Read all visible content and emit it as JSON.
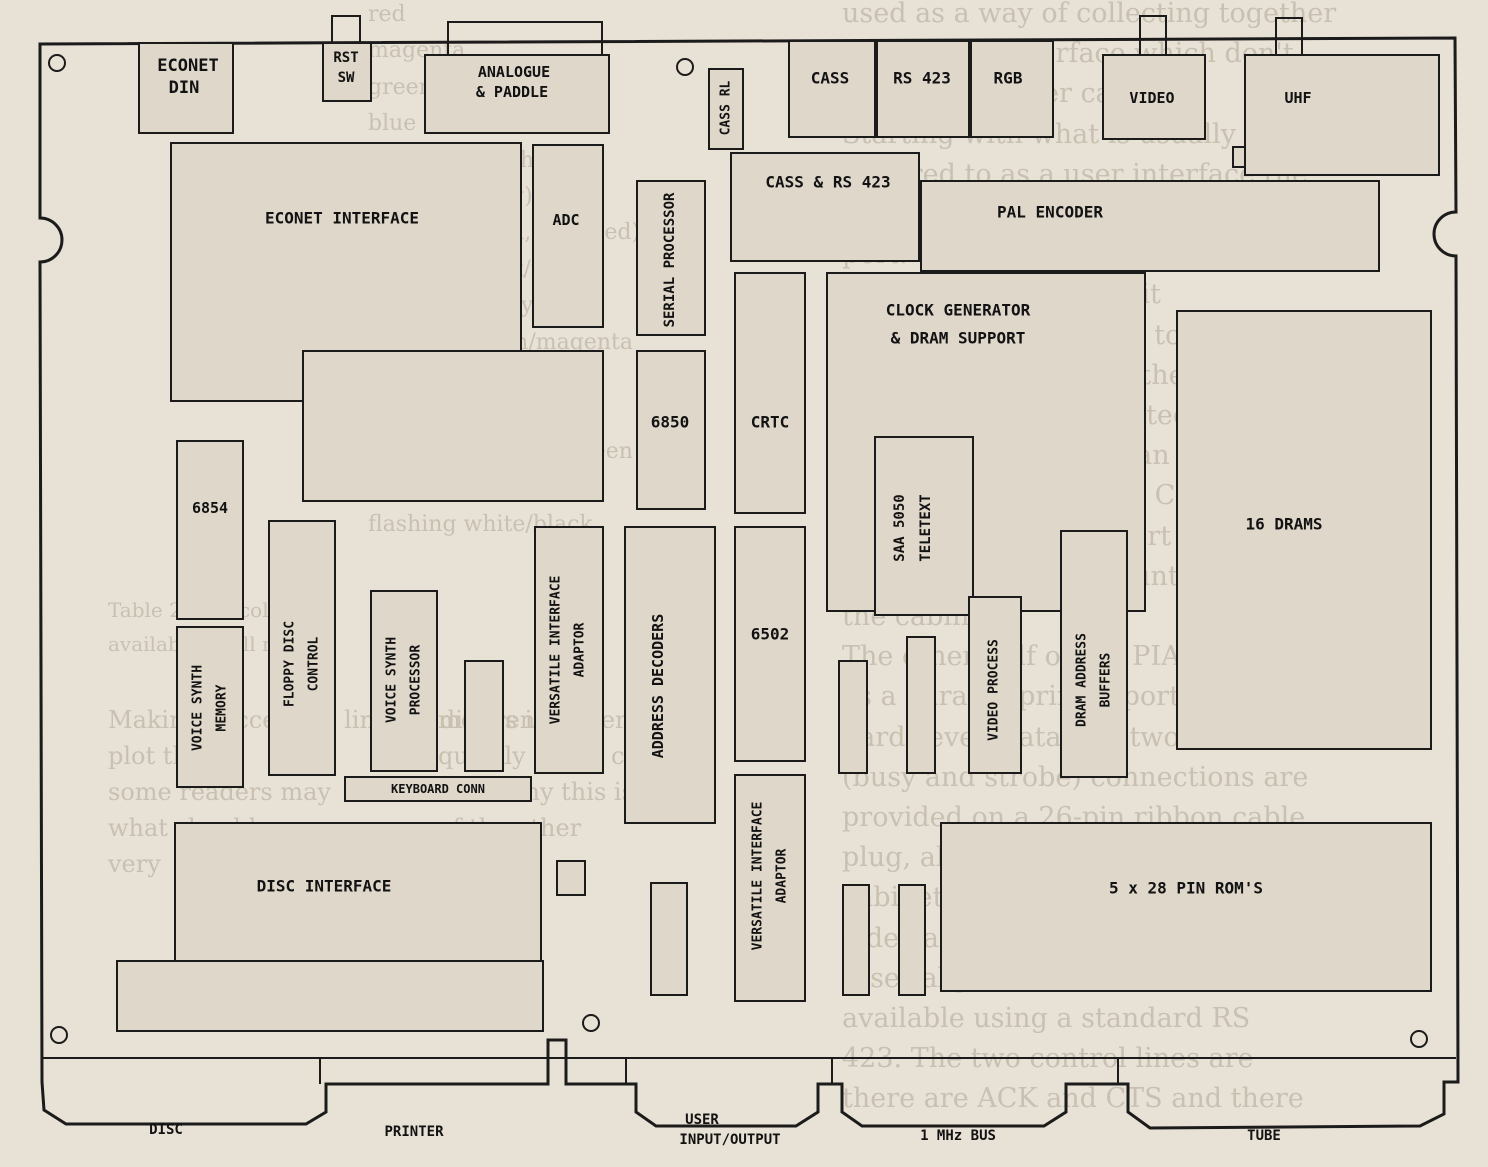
{
  "bleed_text": [
    "red",
    "magenta",
    "green",
    "blue",
    "magenta (flashing)",
    "cyan (flashing)",
    "white (normal, inverted)",
    "flashing black/white",
    "flashing red/cyan",
    "flashing green/magenta",
    "flashing yellow/blue",
    "flashing blue/yellow",
    "flashing magenta/green",
    "flashing cyan/red",
    "flashing white/black",
    "Table 2. The colours",
    "available in all modes.",
    "Making successive lines in different",
    "modes is easier — but",
    "plot the",
    "quickly in the colour",
    "some readers may",
    "as to why this is",
    "what should",
    "of the other",
    "very",
    "used as a way of collecting together",
    "the lines of interface which don't",
    "fit into any other category.",
    "Starting with what is usually",
    "referred to as a user interface the",
    "BBC micro has an eight bit parallel",
    "port. This is based on using one side",
    "of a 6522 PIA chip so it",
    "should be very similar to anyone",
    "with a PET. Not all of the lines are",
    "available for unrestricted use for ex-",
    "ample, the CB1 line can also be used",
    "with a light pen input. Connection",
    "is made to the user port by a 20 pin",
    "ribbon cable plug mounted under",
    "the cabinet.",
    "The other half of the PIA is used",
    "as a parallel printer port. The stan-",
    "dard seven data and two handshake",
    "(busy and strobe) connections are",
    "provided on a 26-pin ribbon cable",
    "plug, also mounted under the",
    "cabinet. Presumably Acorn will pro-",
    "vide cables for most printers.",
    "A serial printer interface is also",
    "available using a standard RS",
    "423. The two control lines are",
    "there are ACK and CTS and there"
  ],
  "diagram": {
    "components": {
      "econet_din": [
        "ECONET",
        "DIN"
      ],
      "rst_sw": [
        "RST",
        "SW"
      ],
      "analogue_paddle": [
        "ANALOGUE",
        "& PADDLE"
      ],
      "cass_rl": "CASS RL",
      "cass": "CASS",
      "rs423": "RS 423",
      "rgb": "RGB",
      "video": "VIDEO",
      "uhf": "UHF",
      "econet_interface": "ECONET INTERFACE",
      "adc": "ADC",
      "serial_processor": "SERIAL PROCESSOR",
      "cass_rs423": "CASS & RS 423",
      "pal_encoder": "PAL ENCODER",
      "clock_generator": [
        "CLOCK GENERATOR",
        "& DRAM SUPPORT"
      ],
      "chip_6850": "6850",
      "crtc": "CRTC",
      "chip_6854": "6854",
      "saa5050": [
        "SAA 5050",
        "TELETEXT"
      ],
      "drams_16": "16 DRAMS",
      "voice_synth_memory": [
        "VOICE SYNTH",
        "MEMORY"
      ],
      "floppy_disc_control": [
        "FLOPPY DISC",
        "CONTROL"
      ],
      "voice_synth_processor": [
        "VOICE SYNTH",
        "PROCESSOR"
      ],
      "via_upper": [
        "VERSATILE INTERFACE",
        "ADAPTOR"
      ],
      "address_decoders": "ADDRESS DECODERS",
      "chip_6502": "6502",
      "video_process": "VIDEO PROCESS",
      "dram_address_buffers": [
        "DRAM ADDRESS",
        "BUFFERS"
      ],
      "keyboard_conn": "KEYBOARD    CONN",
      "disc_interface": "DISC INTERFACE",
      "via_lower": [
        "VERSATILE INTERFACE",
        "ADAPTOR"
      ],
      "roms": "5 x 28 PIN ROM'S"
    },
    "edge_connectors": {
      "disc": "DISC",
      "printer": "PRINTER",
      "user_io": [
        "USER",
        "INPUT/OUTPUT"
      ],
      "bus_1mhz": "1 MHz BUS",
      "tube": "TUBE"
    }
  },
  "colors": {
    "paper": "#e8e1d5",
    "ink": "#1b1b1b",
    "bleed": "#c8c0b2"
  }
}
